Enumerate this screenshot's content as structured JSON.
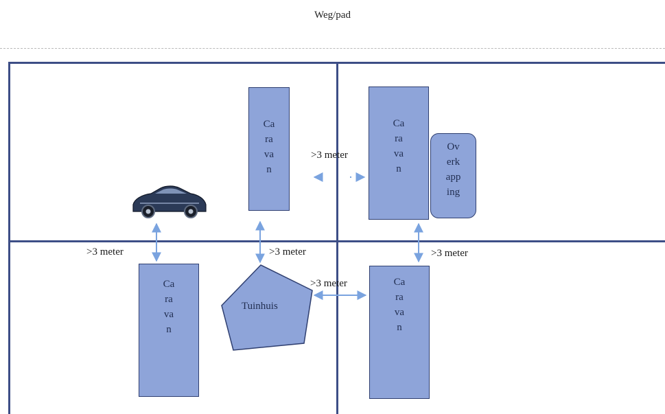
{
  "title": "Weg/pad",
  "caravan_text": [
    "Ca",
    "ra",
    "va",
    "n"
  ],
  "awning_text": [
    "Ov",
    "erk",
    "app",
    "ing"
  ],
  "shed_label": "Tuinhuis",
  "distance_label": ">3 meter",
  "icons": {
    "car": "car-icon"
  },
  "colors": {
    "fill": "#8ea4d9",
    "stroke": "#2f3f70",
    "frame": "#3d4e86",
    "arrow": "#7aa3df"
  }
}
